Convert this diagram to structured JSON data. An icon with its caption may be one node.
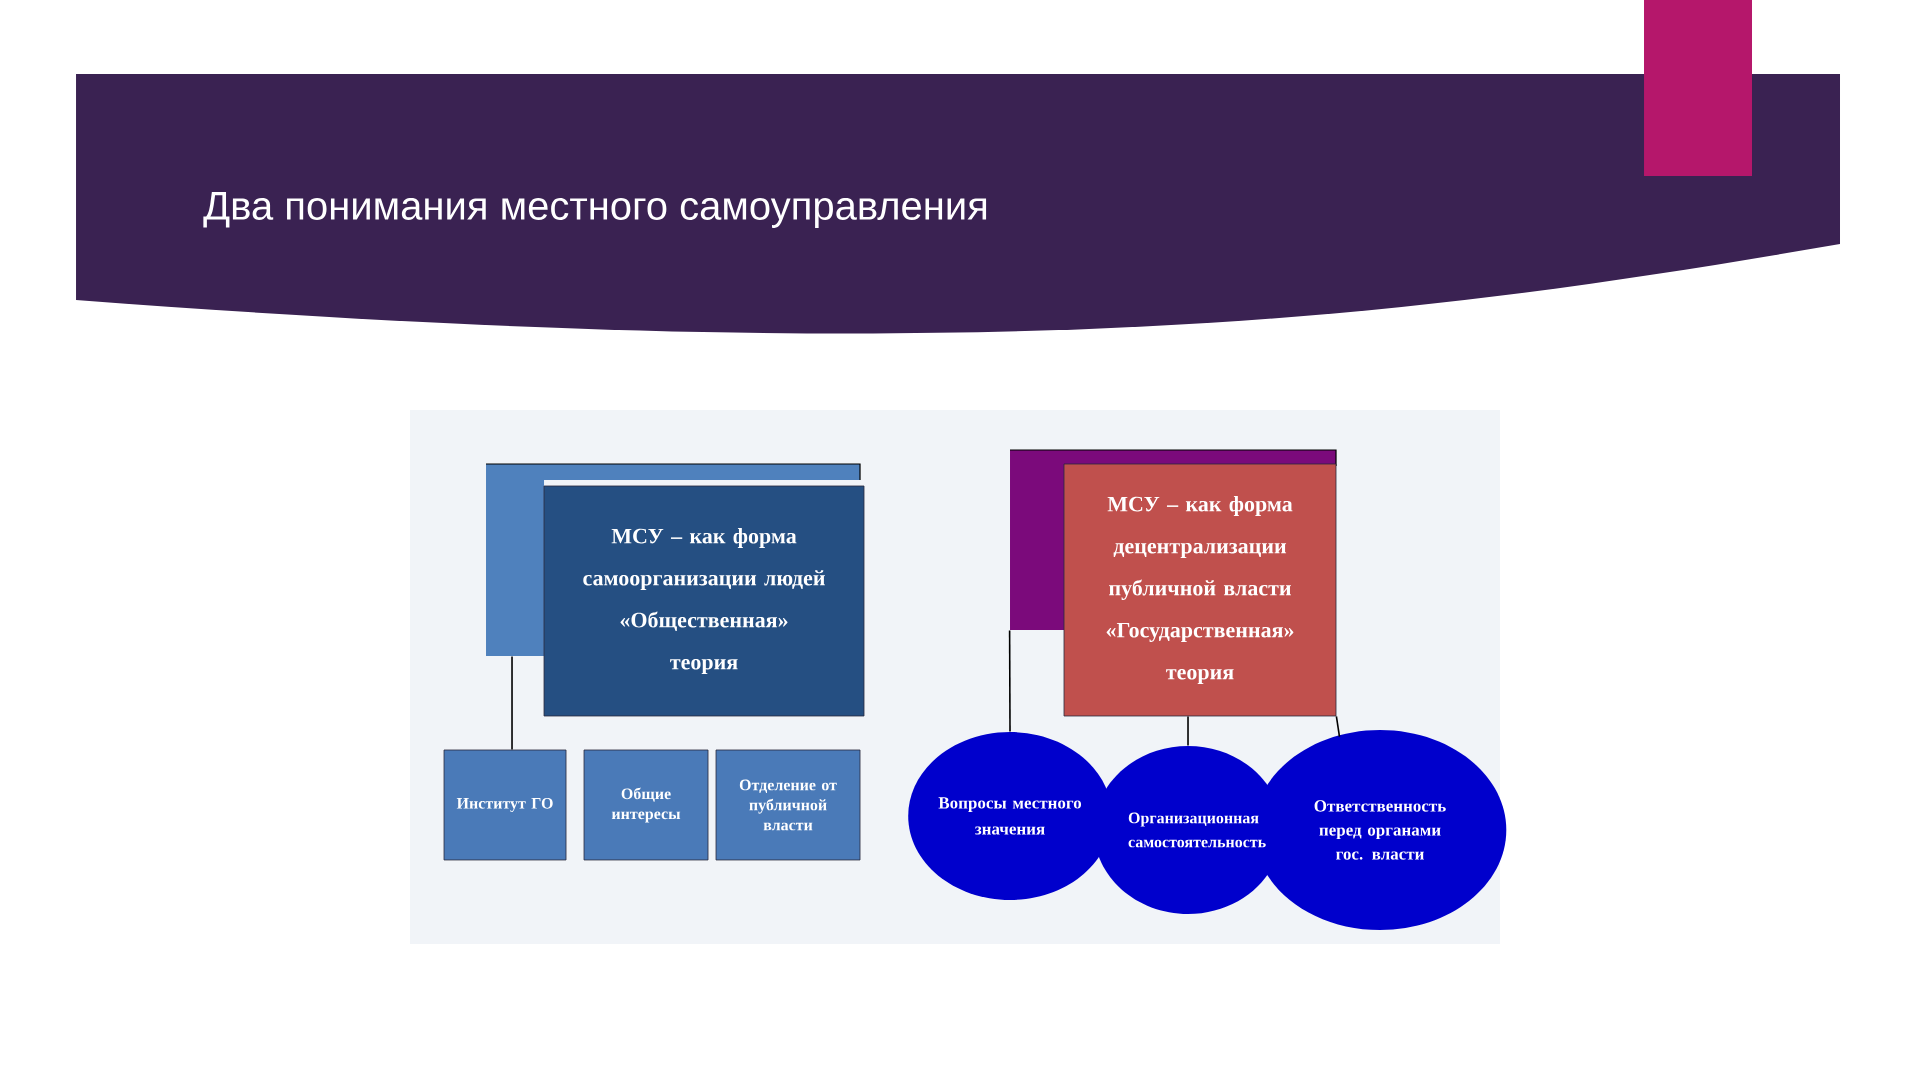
{
  "diagram": {
    "title": "Два понимания местного самоуправления",
    "nodes": [
      {
        "text": [],
        "shape": "box"
      },
      {
        "text": [
          "МСУ – как форма самоорганизации людей «Общественная» теория"
        ]
      },
      {
        "text": [
          "Институт ГО"
        ]
      },
      {
        "text": [
          "Общие интересы"
        ]
      },
      {
        "text": [
          "Отделение от публичной власти"
        ]
      },
      {
        "text": [],
        "shape": "box"
      },
      {
        "text": [
          "МСУ – как форма децентрализации публичной власти «Государственная» теория"
        ]
      },
      {
        "text": [
          "Вопросы местного значения"
        ]
      },
      {
        "text": [
          "Организационная самостоятельность"
        ]
      },
      {
        "text": [
          "Ответственность перед органами гос. власти"
        ]
      }
    ],
    "edges": [
      {
        "from": 0,
        "to": 2,
        "arrow": "none"
      },
      {
        "from": 5,
        "to": 7,
        "arrow": "none"
      },
      {
        "from": 6,
        "to": 8,
        "arrow": "none"
      },
      {
        "from": 6,
        "to": 9,
        "arrow": "none"
      }
    ]
  }
}
